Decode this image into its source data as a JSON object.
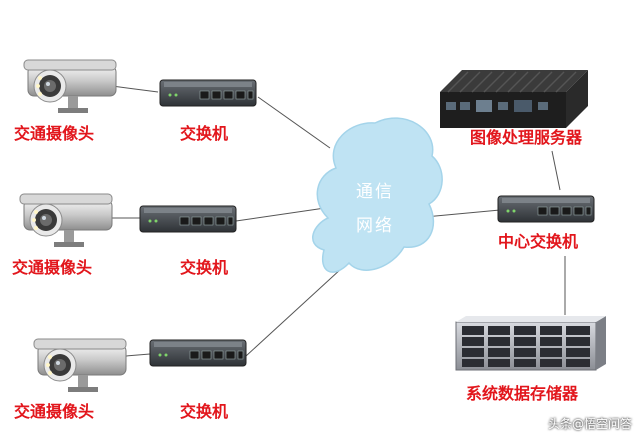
{
  "nodes": {
    "camera1": "交通摄像头",
    "camera2": "交通摄像头",
    "camera3": "交通摄像头",
    "switch1": "交换机",
    "switch2": "交换机",
    "switch3": "交换机",
    "server": "图像处理服务器",
    "center_switch": "中心交换机",
    "storage": "系统数据存储器"
  },
  "cloud": {
    "line1": "通信",
    "line2": "网络"
  },
  "watermark": "头条@悟空问答",
  "colors": {
    "label": "#e2161c",
    "cloud": "#bfe3f3",
    "line": "#555555"
  }
}
